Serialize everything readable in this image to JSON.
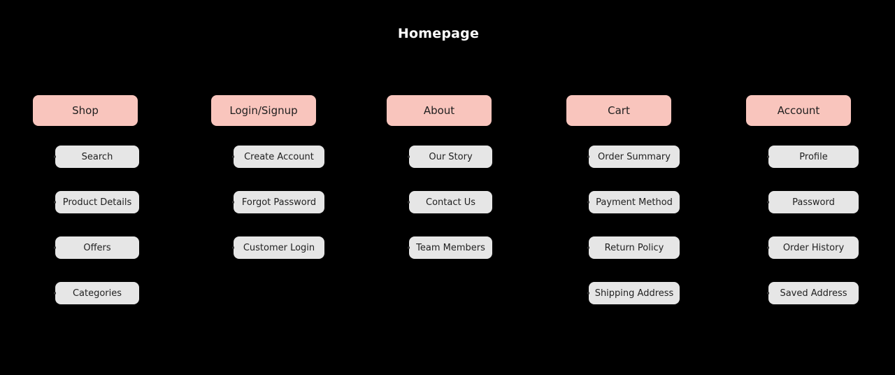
{
  "title": "Homepage",
  "colors": {
    "canvas_bg": "#000000",
    "title_color": "#ffffff",
    "header_bg": "#f9c5bd",
    "child_bg": "#e6e6e6",
    "box_text": "#1f1f1f"
  },
  "sections": [
    {
      "label": "Shop",
      "children": [
        "Search",
        "Product Details",
        "Offers",
        "Categories"
      ]
    },
    {
      "label": "Login/Signup",
      "children": [
        "Create Account",
        "Forgot Password",
        "Customer Login"
      ]
    },
    {
      "label": "About",
      "children": [
        "Our Story",
        "Contact Us",
        "Team Members"
      ]
    },
    {
      "label": "Cart",
      "children": [
        "Order Summary",
        "Payment Method",
        "Return Policy",
        "Shipping Address"
      ]
    },
    {
      "label": "Account",
      "children": [
        "Profile",
        "Password",
        "Order History",
        "Saved Address"
      ]
    }
  ]
}
